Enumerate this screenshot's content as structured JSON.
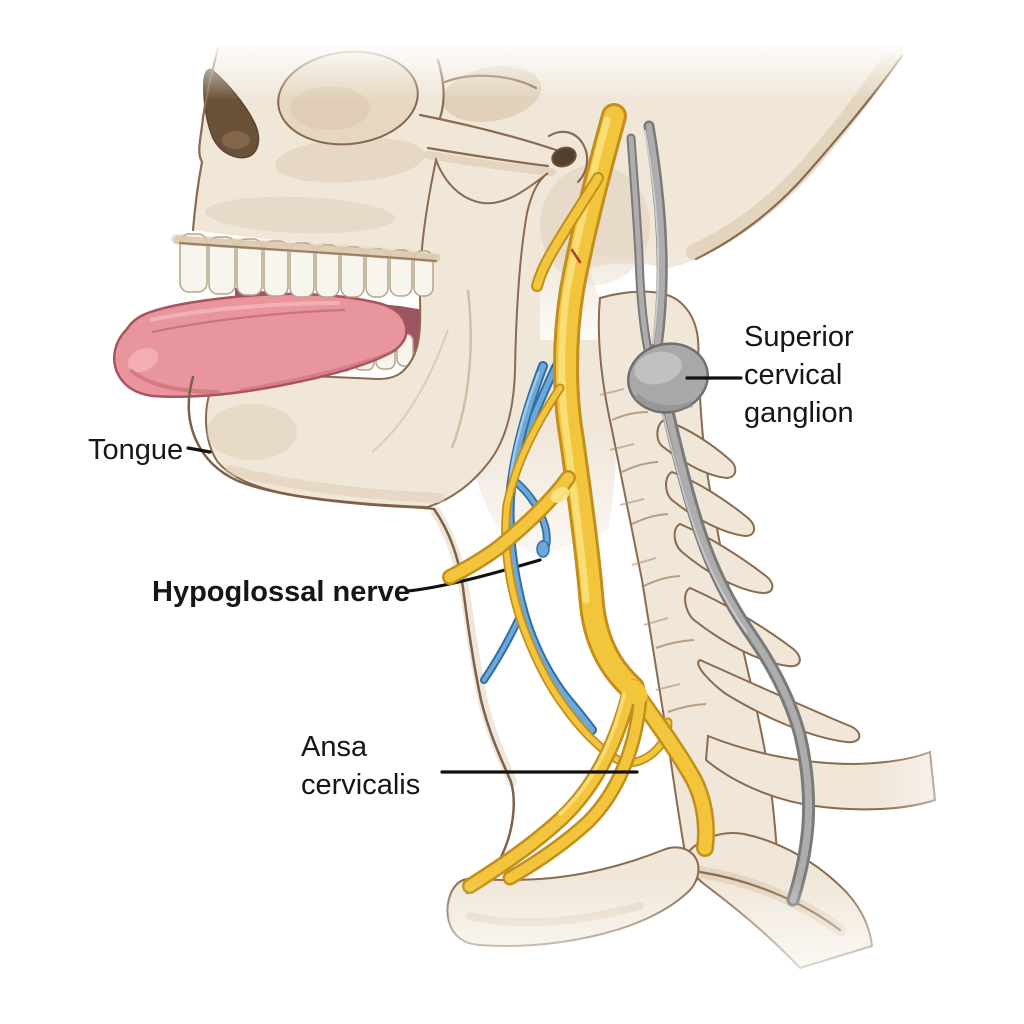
{
  "labels": {
    "tongue": "Tongue",
    "hypoglossal_nerve": "Hypoglossal nerve",
    "ansa_line1": "Ansa",
    "ansa_line2": "cervicalis",
    "scg_line1": "Superior",
    "scg_line2": "cervical",
    "scg_line3": "ganglion"
  },
  "colors": {
    "background": "#FFFFFF",
    "bone_fill": "#F0E7D9",
    "bone_shadow": "#DCC9AF",
    "bone_outline": "#8A6B4F",
    "teeth_fill": "#F8F5EF",
    "mouth_interior": "#9B5560",
    "tongue_fill": "#E9959D",
    "tongue_outline": "#A8545E",
    "nerve_yellow": "#F2C53C",
    "nerve_yellow_dark": "#C28E1C",
    "nerve_highlight": "#F9E07E",
    "vein_blue": "#6FA8D6",
    "vein_blue_dark": "#2F6FA8",
    "sympathetic_gray": "#ADADAD",
    "sympathetic_gray_dark": "#7A7A7A",
    "label_text": "#161616",
    "leader_line": "#111111"
  }
}
